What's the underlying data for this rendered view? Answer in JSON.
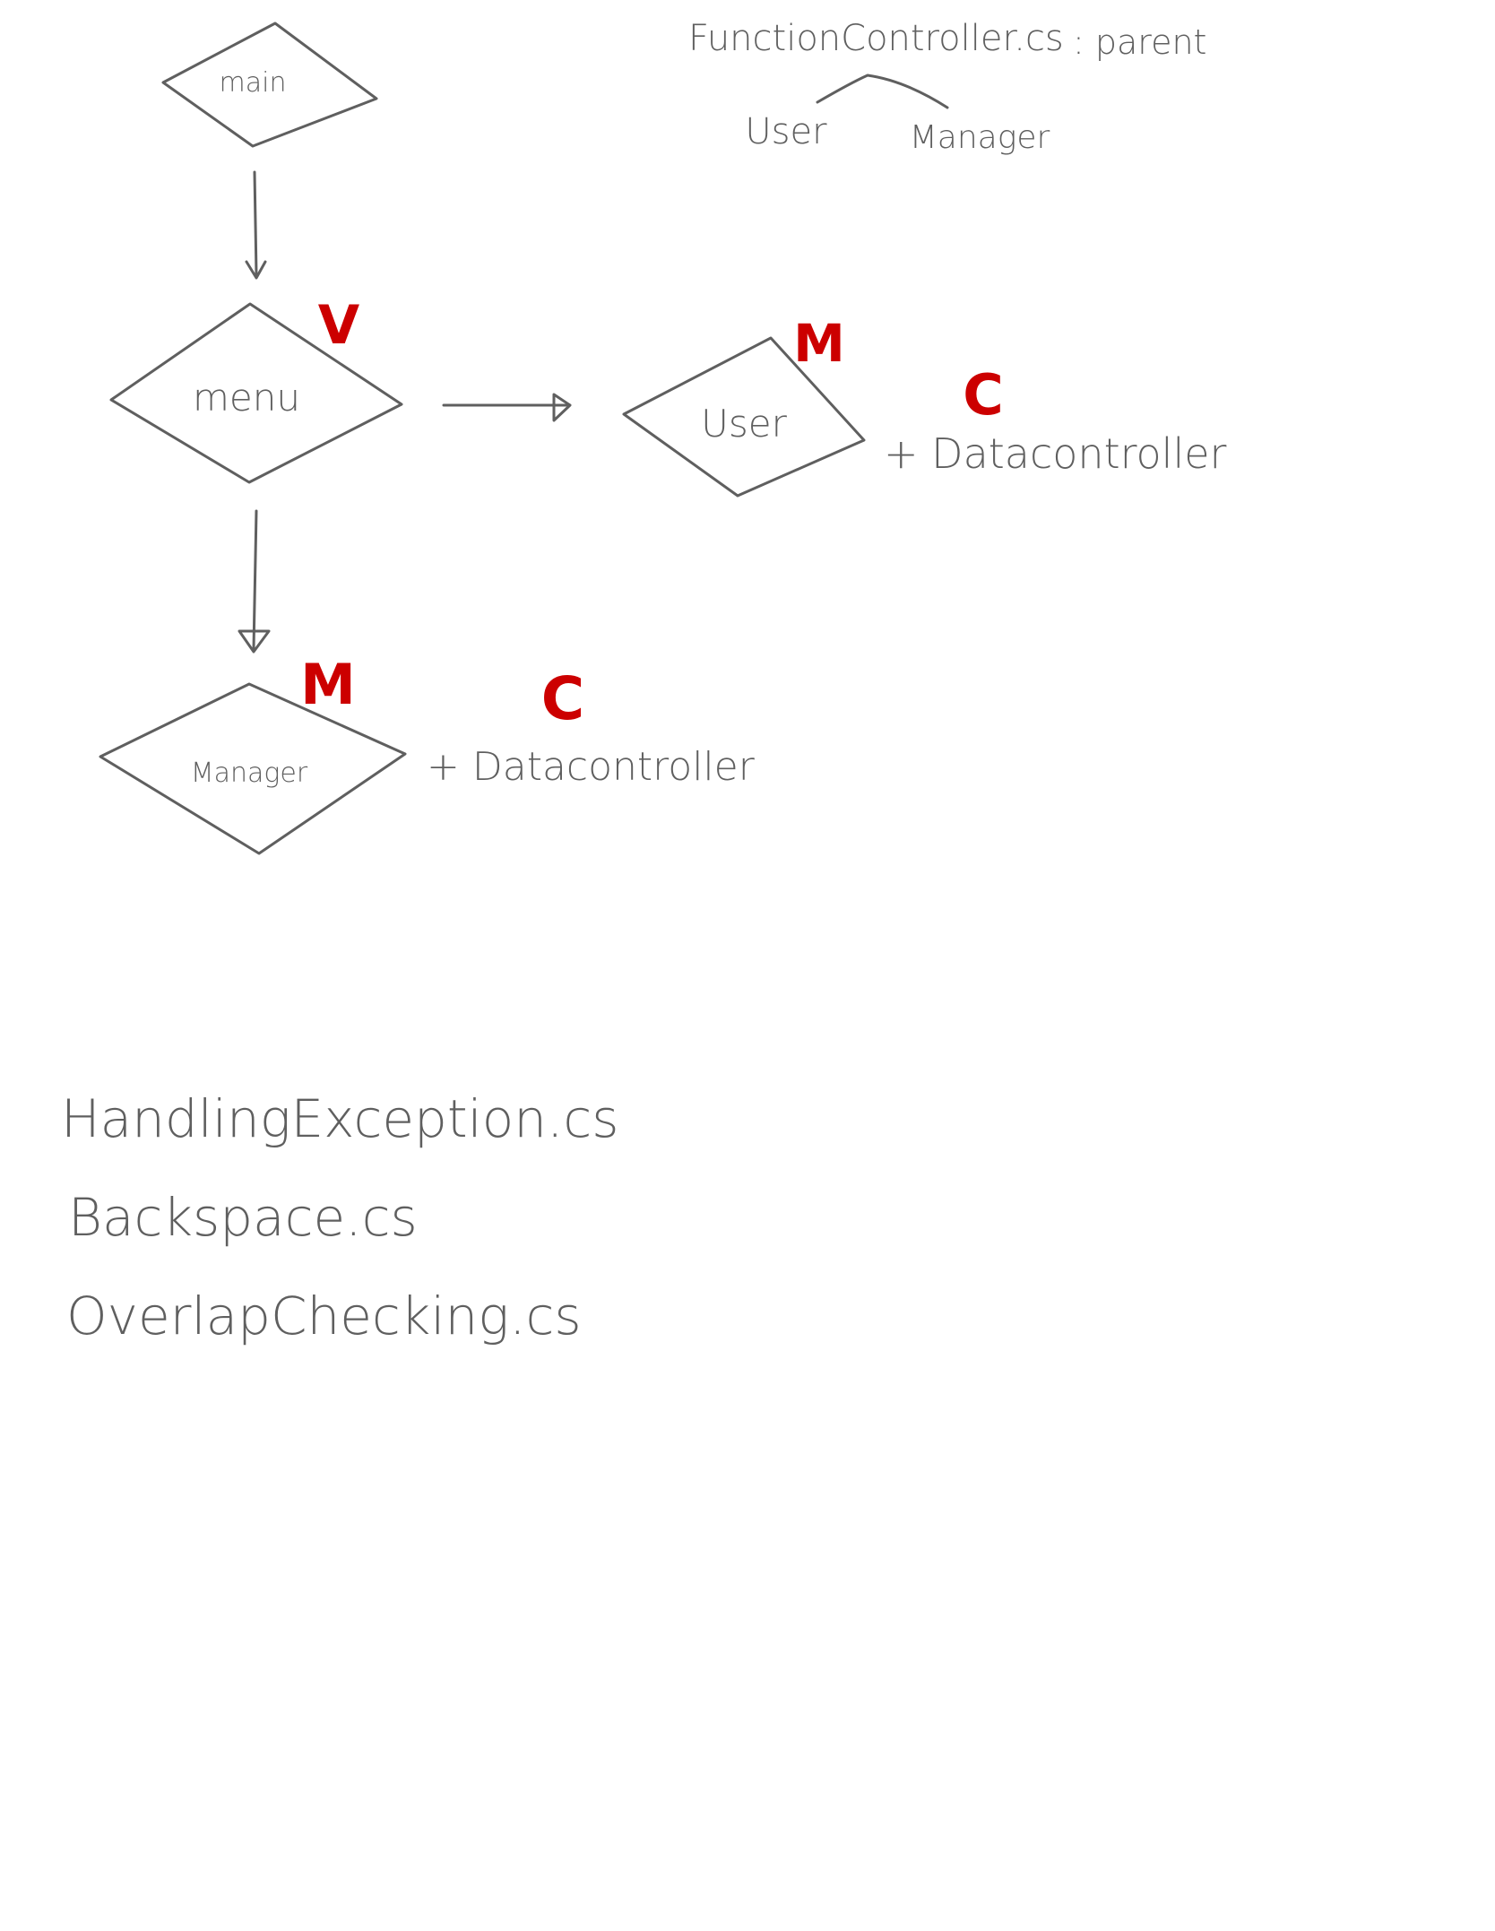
{
  "nodes": {
    "main": "main",
    "menu": "menu",
    "user": "User",
    "manager": "Manager"
  },
  "roles": {
    "menu": "V",
    "user": "M",
    "user_controller": "C",
    "manager": "M",
    "manager_controller": "C"
  },
  "controllers": {
    "user": "+ Datacontroller",
    "manager": "+ Datacontroller"
  },
  "hierarchy": {
    "parent_file": "FunctionController.cs",
    "parent_note": ": parent",
    "children": [
      "User",
      "Manager"
    ]
  },
  "files": [
    "HandlingException.cs",
    "Backspace.cs",
    "OverlapChecking.cs"
  ],
  "colors": {
    "ink": "#5f5f5f",
    "annotation": "#cc0000",
    "background": "#ffffff"
  }
}
